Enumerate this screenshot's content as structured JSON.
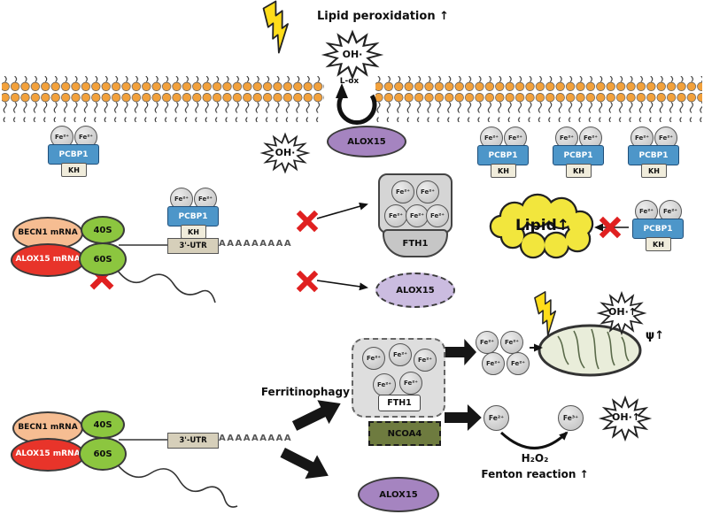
{
  "labels": {
    "lipid_peroxidation": "Lipid peroxidation ↑",
    "oh": "OH·",
    "oh_up": "OH·↑",
    "l_ox": "L-ox",
    "alox15": "ALOX15",
    "pcbp1": "PCBP1",
    "kh": "KH",
    "fe2": "Fe²⁺",
    "fe3": "Fe³⁺",
    "becn1_mrna": "BECN1 mRNA",
    "alox15_mrna": "ALOX15 mRNA",
    "s40": "40S",
    "s60": "60S",
    "utr": "3'-UTR",
    "polya": "AAAAAAAAA",
    "fth1": "FTH1",
    "ncoa4": "NCOA4",
    "lipid_up": "Lipid↑",
    "ferritinophagy": "Ferritinophagy ↑",
    "psi_up": "ψ↑",
    "h2o2": "H₂O₂",
    "fenton": "Fenton reaction ↑"
  },
  "colors": {
    "membrane_head": "#F2A13C",
    "pcbp1_blue": "#4D96C9",
    "fe_gray": "#CCCCCC",
    "becn1_salmon": "#F6BD92",
    "alox15_red": "#E8342A",
    "ribosome_green": "#8CC63F",
    "alox15_purple": "#A584C0",
    "lipid_yellow": "#F2E63D",
    "ncoa4_olive": "#6E7B3F",
    "mito_green": "#E9EDDA",
    "inhibit_red": "#E02020",
    "bolt_yellow": "#FFDD1A"
  }
}
